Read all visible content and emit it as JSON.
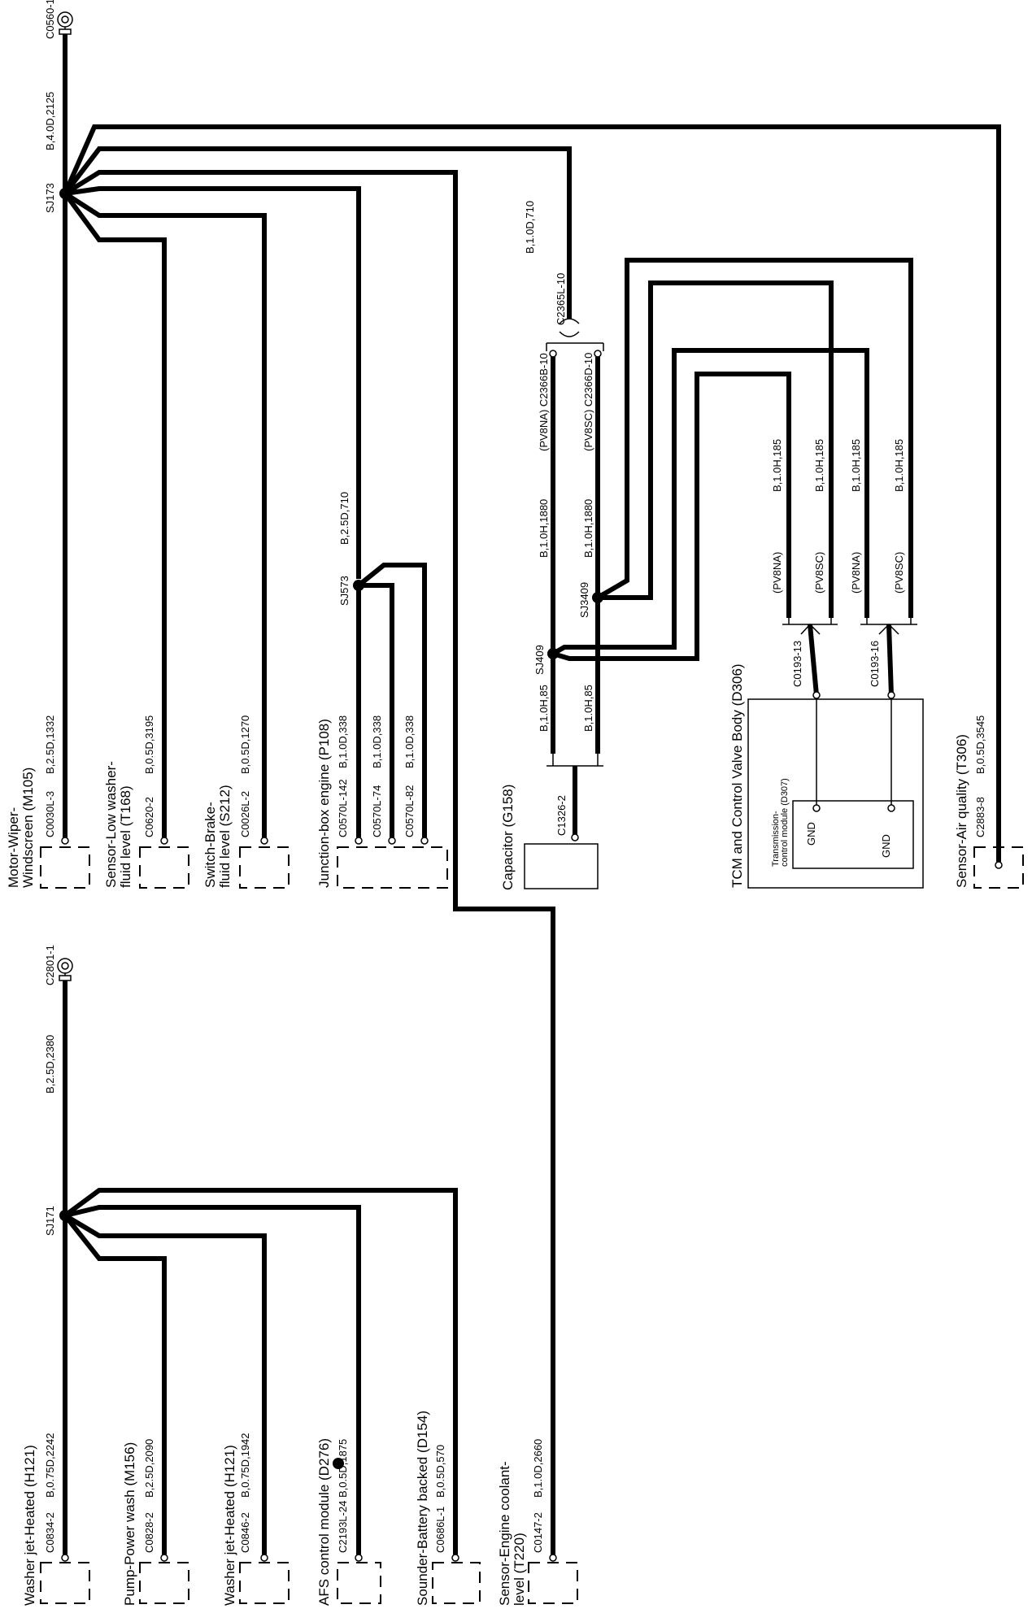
{
  "grounds": [
    {
      "id": "C0560-1"
    },
    {
      "id": "C2801-1"
    }
  ],
  "splices": {
    "SJ173": "SJ173",
    "SJ171": "SJ171",
    "SJ573": "SJ573",
    "SJ409": "SJ409",
    "SJ3409": "SJ3409"
  },
  "wires": {
    "main_top": "B,4.0D,2125",
    "main_bottom": "B,2.5D,2380",
    "to_c2365": "B,1.0D,710",
    "to_sj573": "B,2.5D,710",
    "pv8na_1880": "B,1.0H,1880",
    "pv8sc_1880": "B,1.0H,1880",
    "cap_85_a": "B,1.0H,85",
    "cap_85_b": "B,1.0H,85",
    "tcm_185_1": "B,1.0H,185",
    "tcm_185_2": "B,1.0H,185",
    "tcm_185_3": "B,1.0H,185",
    "tcm_185_4": "B,1.0H,185"
  },
  "connectors": {
    "c2365": "C2365L-10",
    "c2366b": "(PV8NA) C2366B-10",
    "c2366d": "(PV8SC) C2366D-10",
    "c1326": "C1326-2",
    "c0193a": "C0193-13",
    "c0193b": "C0193-16"
  },
  "variants": {
    "pv8na": "(PV8NA)",
    "pv8sc": "(PV8SC)"
  },
  "top_components": [
    {
      "name_1": "Motor-Wiper-",
      "name_2": "Windscreen (M105)",
      "connector": "C0030L-3",
      "wire": "B,2.5D,1332"
    },
    {
      "name_1": "Sensor-Low washer-",
      "name_2": "fluid level (T168)",
      "connector": "C0620-2",
      "wire": "B,0.5D,3195"
    },
    {
      "name_1": "Switch-Brake-",
      "name_2": "fluid level (S212)",
      "connector": "C0026L-2",
      "wire": "B,0.5D,1270"
    },
    {
      "name_1": "Junction-box engine (P108)",
      "connectors": [
        "C0570L-142",
        "C0570L-74",
        "C0570L-82"
      ],
      "wires": [
        "B,1.0D,338",
        "B,1.0D,338",
        "B,1.0D,338"
      ]
    },
    {
      "name_1": "Capacitor (G158)"
    },
    {
      "name_1": "TCM and Control Valve Body (D306)",
      "inner_1": "Transmission-",
      "inner_2": "control module (D307)",
      "gnd_1": "GND",
      "gnd_2": "GND"
    },
    {
      "name_1": "Sensor-Air quality (T306)",
      "connector": "C2883-8",
      "wire": "B,0.5D,3545"
    }
  ],
  "bottom_components": [
    {
      "name": "Washer jet-Heated (H121)",
      "connector": "C0834-2",
      "wire": "B,0.75D,2242"
    },
    {
      "name": "Pump-Power wash (M156)",
      "connector": "C0828-2",
      "wire": "B,2.5D,2090"
    },
    {
      "name": "Washer jet-Heated (H121)",
      "connector": "C0846-2",
      "wire": "B,0.75D,1942"
    },
    {
      "name": "AFS control module (D276)",
      "connector": "C2193L-24",
      "wire": "B,0.5D,1875"
    },
    {
      "name": "Sounder-Battery backed (D154)",
      "connector": "C0686L-1",
      "wire": "B,0.5D,570"
    },
    {
      "name_1": "Sensor-Engine coolant-",
      "name_2": "level (T220)",
      "connector": "C0147-2",
      "wire": "B,1.0D,2660"
    }
  ]
}
